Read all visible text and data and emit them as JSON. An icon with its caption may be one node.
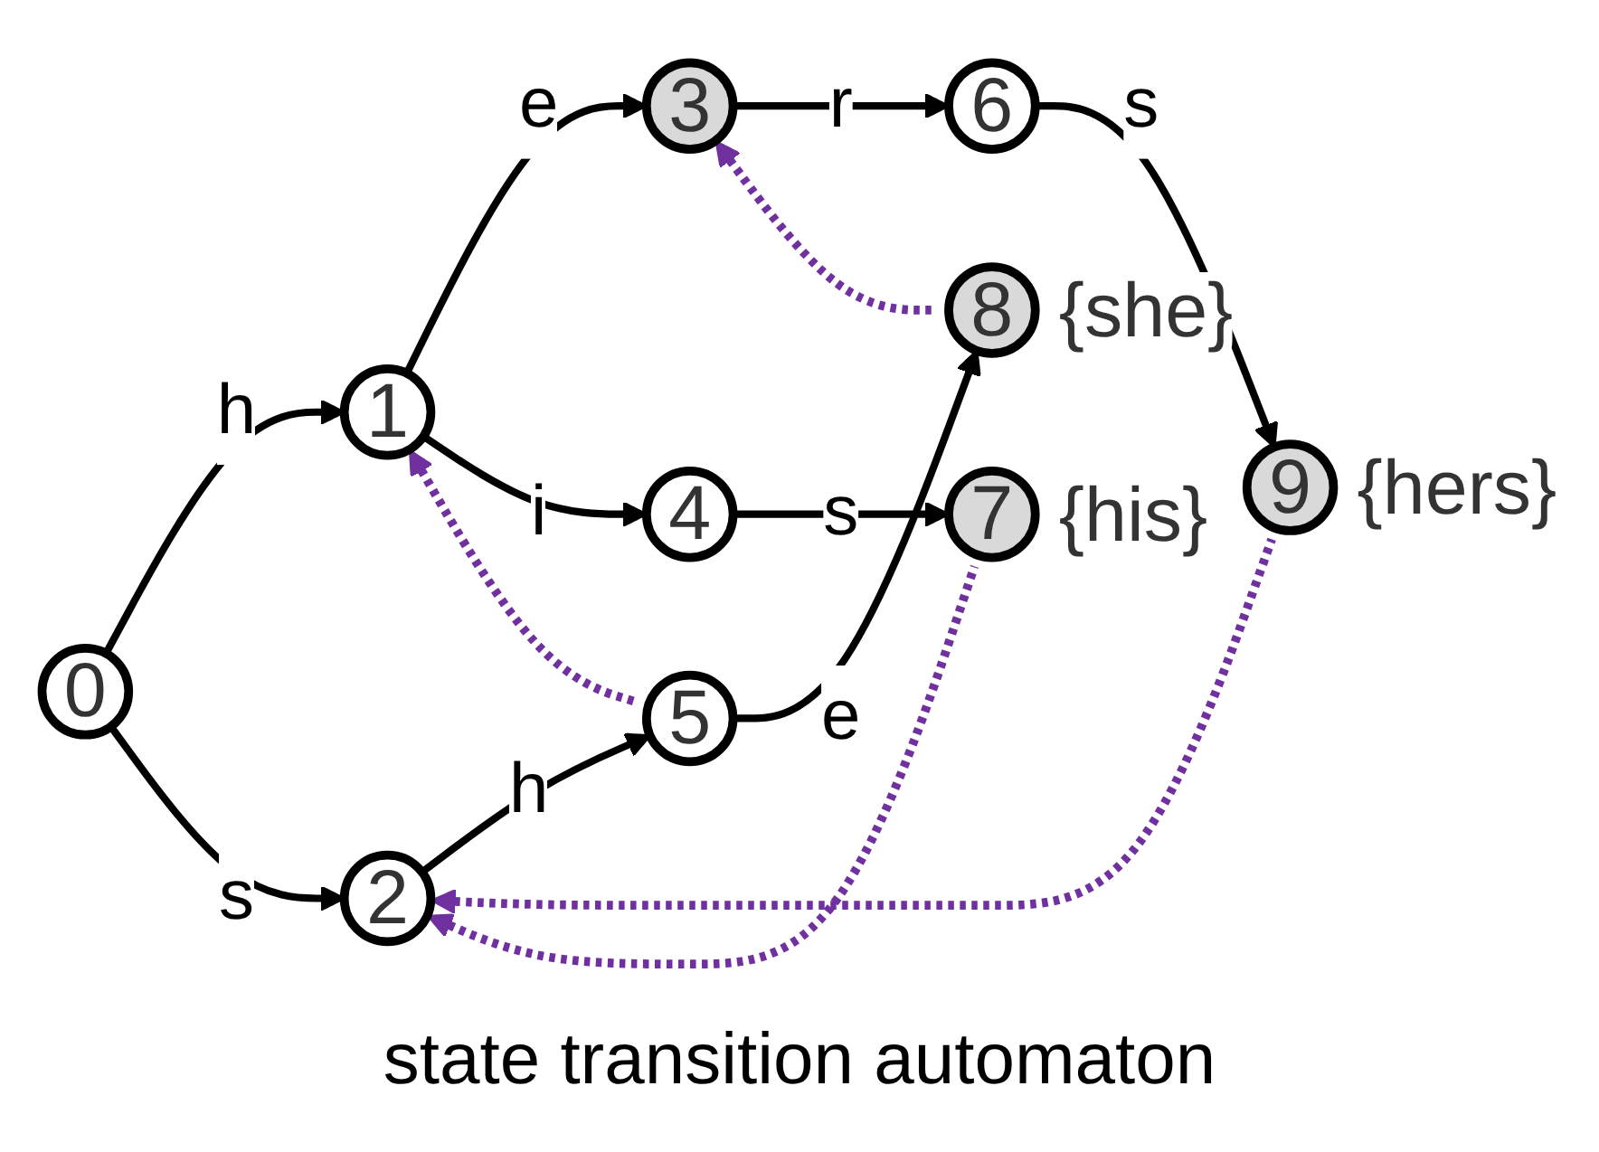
{
  "diagram": {
    "caption": "state transition automaton",
    "nodes": [
      {
        "text": [
          "0"
        ]
      },
      {
        "text": [
          "1"
        ]
      },
      {
        "text": [
          "2"
        ]
      },
      {
        "text": [
          "3"
        ]
      },
      {
        "text": [
          "4"
        ]
      },
      {
        "text": [
          "5"
        ]
      },
      {
        "text": [
          "6"
        ]
      },
      {
        "text": [
          "7"
        ],
        "beside": [
          "{his}"
        ]
      },
      {
        "text": [
          "8"
        ],
        "beside": [
          "{she}"
        ]
      },
      {
        "text": [
          "9"
        ],
        "beside": [
          "{hers}"
        ]
      }
    ],
    "edges": [
      {
        "from": 0,
        "to": 1,
        "arrow": "to",
        "label": "h"
      },
      {
        "from": 1,
        "to": 3,
        "arrow": "to",
        "label": "e"
      },
      {
        "from": 3,
        "to": 6,
        "arrow": "to",
        "label": "r"
      },
      {
        "from": 6,
        "to": 9,
        "arrow": "to",
        "label": "s"
      },
      {
        "from": 1,
        "to": 4,
        "arrow": "to",
        "label": "i"
      },
      {
        "from": 4,
        "to": 7,
        "arrow": "to",
        "label": "s"
      },
      {
        "from": 0,
        "to": 2,
        "arrow": "to",
        "label": "s"
      },
      {
        "from": 2,
        "to": 5,
        "arrow": "to",
        "label": "h"
      },
      {
        "from": 5,
        "to": 8,
        "arrow": "to",
        "label": "e"
      },
      {
        "from": 9,
        "to": 2,
        "arrow": "to",
        "style": "dashed",
        "color": "#7030a0"
      },
      {
        "from": 8,
        "to": 3,
        "arrow": "to",
        "style": "dashed",
        "color": "#7030a0"
      },
      {
        "from": 7,
        "to": 2,
        "arrow": "to",
        "style": "dashed",
        "color": "#7030a0"
      },
      {
        "from": 5,
        "to": 1,
        "arrow": "to",
        "style": "dashed",
        "color": "#7030a0"
      }
    ]
  }
}
